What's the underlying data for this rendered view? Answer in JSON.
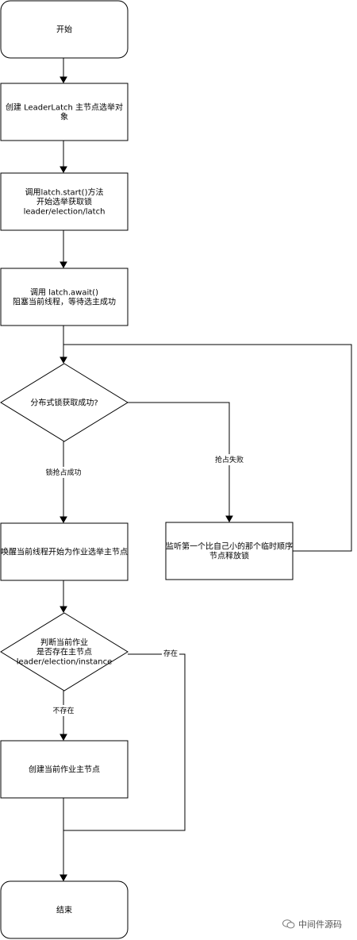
{
  "diagram": {
    "nodes": [
      {
        "id": "start",
        "lines": [
          "开始"
        ]
      },
      {
        "id": "create-latch",
        "lines": [
          "创建 LeaderLatch 主节点选举对",
          "象"
        ]
      },
      {
        "id": "latch-start",
        "lines": [
          "调用latch.start()方法",
          "开始选举获取锁",
          "leader/election/latch"
        ]
      },
      {
        "id": "latch-await",
        "lines": [
          "调用 latch.await()",
          "阻塞当前线程，等待选主成功"
        ]
      },
      {
        "id": "lock-decision",
        "lines": [
          "分布式锁获取成功?"
        ]
      },
      {
        "id": "wake-thread",
        "lines": [
          "唤醒当前线程开始为作业选举主节点"
        ]
      },
      {
        "id": "watch-prev",
        "lines": [
          "监听第一个比自己小的那个临时顺序",
          "节点释放锁"
        ]
      },
      {
        "id": "exists-decision",
        "lines": [
          "判断当前作业",
          "是否存在主节点",
          "leader/election/instance"
        ]
      },
      {
        "id": "create-leader",
        "lines": [
          "创建当前作业主节点"
        ]
      },
      {
        "id": "end",
        "lines": [
          "结束"
        ]
      }
    ],
    "edges": [
      {
        "id": "start-to-create",
        "from": "start",
        "to": "create-latch",
        "label": ""
      },
      {
        "id": "create-to-latchstart",
        "from": "create-latch",
        "to": "latch-start",
        "label": ""
      },
      {
        "id": "latchstart-to-await",
        "from": "latch-start",
        "to": "latch-await",
        "label": ""
      },
      {
        "id": "await-to-decision",
        "from": "latch-await",
        "to": "lock-decision",
        "label": ""
      },
      {
        "id": "decision-to-wake",
        "from": "lock-decision",
        "to": "wake-thread",
        "label": "锁抢占成功"
      },
      {
        "id": "decision-to-watch",
        "from": "lock-decision",
        "to": "watch-prev",
        "label": "抢占失败"
      },
      {
        "id": "watch-loop-back",
        "from": "watch-prev",
        "to": "lock-decision",
        "label": ""
      },
      {
        "id": "wake-to-exists",
        "from": "wake-thread",
        "to": "exists-decision",
        "label": ""
      },
      {
        "id": "exists-to-create",
        "from": "exists-decision",
        "to": "create-leader",
        "label": "不存在"
      },
      {
        "id": "exists-to-end",
        "from": "exists-decision",
        "to": "end",
        "label": "存在"
      },
      {
        "id": "create-to-end",
        "from": "create-leader",
        "to": "end",
        "label": ""
      }
    ]
  },
  "watermark": {
    "text": "中间件源码",
    "icon": "wechat-icon"
  }
}
